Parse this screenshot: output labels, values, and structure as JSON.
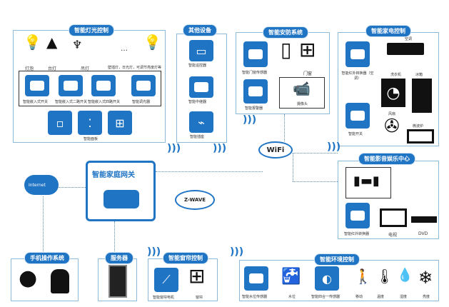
{
  "lighting": {
    "title": "智能灯光控制",
    "items": [
      "灯泡",
      "台灯",
      "吊灯",
      "…",
      "壁插灯，日光灯，可调节亮度灯等"
    ],
    "modules": [
      "智能嵌入式开关",
      "智能嵌入式二路开关",
      "智能嵌入式四路开关",
      "智能调光器"
    ],
    "panel_label": "智能面板"
  },
  "other": {
    "title": "其他设备",
    "items": [
      "智能遥控器",
      "智能中继器",
      "智能插座"
    ]
  },
  "security": {
    "title": "智能安防系统",
    "items": [
      "智能门窗传感器",
      "门窗",
      "智能报警器",
      "摄像头"
    ]
  },
  "appliance": {
    "title": "智能家电控制",
    "items": [
      "智能红外转换器（空调）",
      "空调",
      "洗衣机",
      "冰箱",
      "智能开关",
      "风扇",
      "微波炉"
    ]
  },
  "media": {
    "title": "智能影音娱乐中心",
    "items": [
      "智能红外转换器",
      "电视",
      "DVD"
    ]
  },
  "gateway": {
    "title": "智能家庭网关"
  },
  "internet": {
    "label": "Internet"
  },
  "zwave": {
    "label": "Z-WAVE"
  },
  "wifi": {
    "label": "WiFi"
  },
  "phone": {
    "title": "手机操作系统"
  },
  "server": {
    "title": "服务器"
  },
  "curtain": {
    "title": "智能窗帘控制",
    "items": [
      "智能窗帘电机",
      "窗帘"
    ]
  },
  "env": {
    "title": "智能环境控制",
    "items": [
      "智能水位传感器",
      "水位",
      "智能四合一传感器",
      "移动",
      "温度",
      "湿度",
      "亮度"
    ]
  },
  "accent": "#1f74c4"
}
